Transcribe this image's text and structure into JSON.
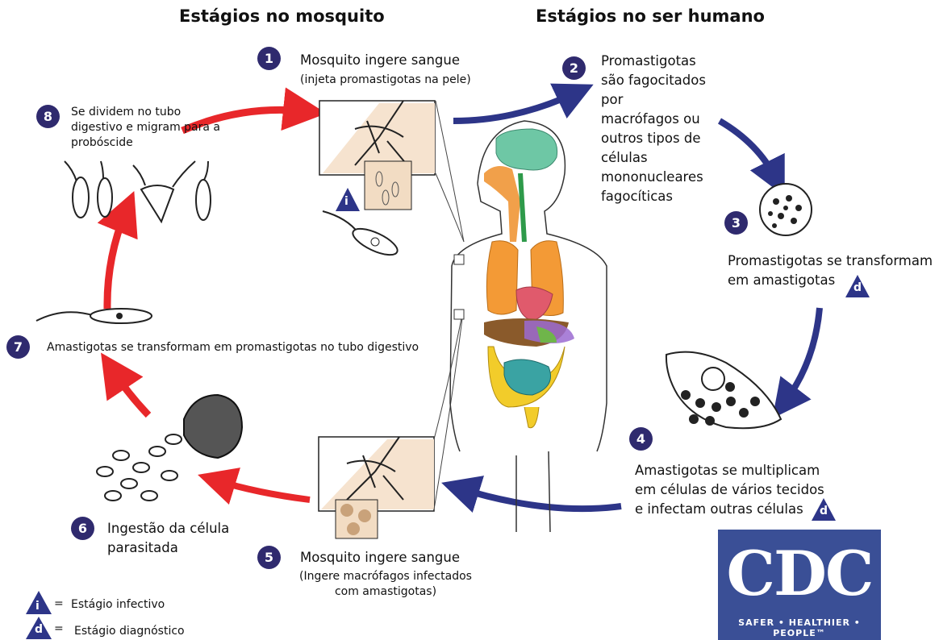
{
  "headers": {
    "mosquito": "Estágios no mosquito",
    "human": "Estágios no ser humano"
  },
  "steps": [
    {
      "num": "1",
      "title": "Mosquito ingere sangue",
      "subtitle": "(injeta promastigotas na pele)"
    },
    {
      "num": "2",
      "lines": [
        "Promastigotas",
        "são fagocitados",
        "por",
        "macrófagos ou",
        "outros tipos de",
        "células",
        "mononucleares",
        "fagocíticas"
      ]
    },
    {
      "num": "3",
      "lines": [
        "Promastigotas se transformam",
        "em amastigotas"
      ]
    },
    {
      "num": "4",
      "lines": [
        "Amastigotas se multiplicam",
        "em células de vários tecidos",
        "e infectam outras células"
      ]
    },
    {
      "num": "5",
      "title": "Mosquito ingere sangue",
      "subtitle_lines": [
        "(Ingere macrófagos infectados",
        "com amastigotas)"
      ]
    },
    {
      "num": "6",
      "lines": [
        "Ingestão da célula",
        "parasitada"
      ]
    },
    {
      "num": "7",
      "text": "Amastigotas se transformam em promastigotas no tubo digestivo"
    },
    {
      "num": "8",
      "lines": [
        "Se dividem no tubo",
        "digestivo e migram para a",
        "probóscide"
      ]
    }
  ],
  "legend": {
    "infective_symbol": "i",
    "infective_label": "Estágio infectivo",
    "diagnostic_symbol": "d",
    "diagnostic_label": "Estágio diagnóstico",
    "equals": "="
  },
  "logo": {
    "wordmark": "CDC",
    "tagline": "SAFER • HEALTHIER • PEOPLE™"
  },
  "colors": {
    "mosquito_arrows": "#e8272a",
    "human_arrows": "#2d3588",
    "step_badge": "#2f2a6e",
    "stage_triangle": "#2d3588",
    "cdc_blue": "#3a4f96"
  }
}
